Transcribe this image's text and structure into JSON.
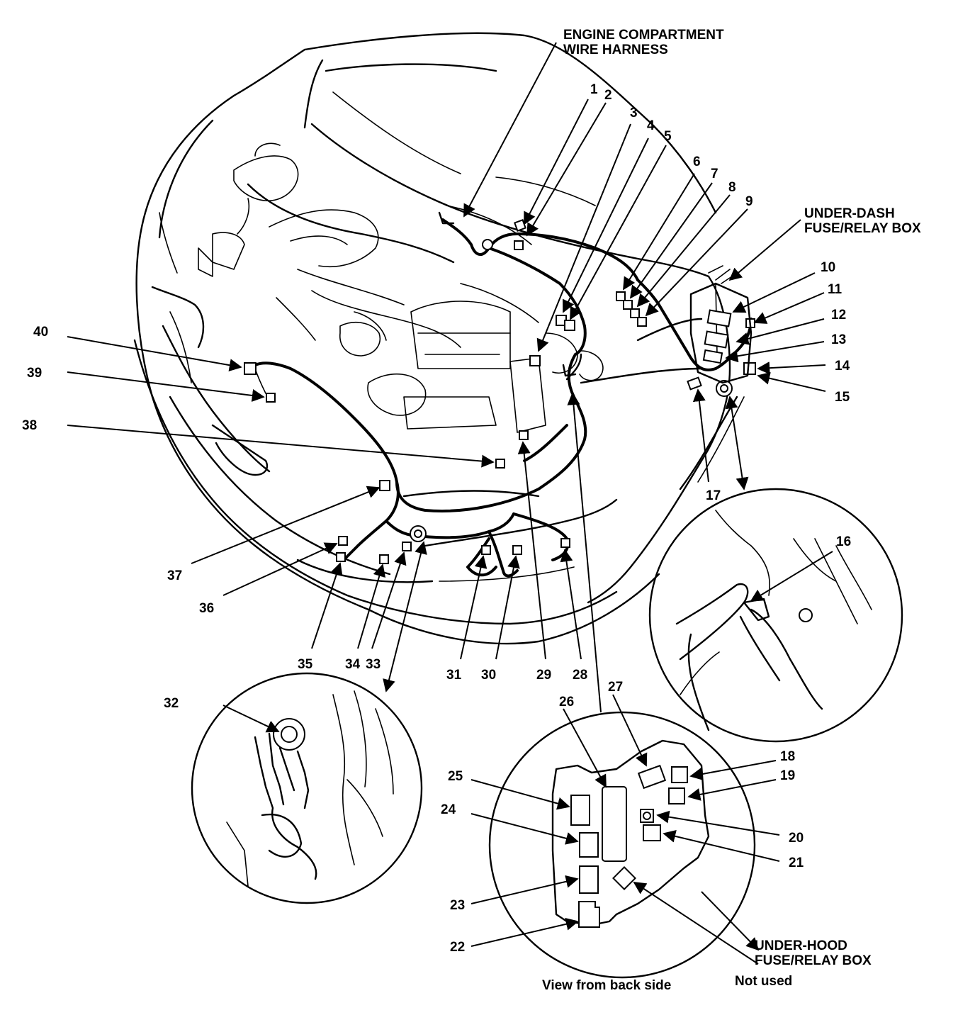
{
  "labels": {
    "engine_harness": [
      "ENGINE COMPARTMENT",
      "WIRE HARNESS"
    ],
    "under_dash": [
      "UNDER-DASH",
      "FUSE/RELAY BOX"
    ],
    "under_hood": [
      "UNDER-HOOD",
      "FUSE/RELAY BOX"
    ],
    "view_back": "View from back side",
    "not_used": "Not used"
  },
  "callouts": [
    "1",
    "2",
    "3",
    "4",
    "5",
    "6",
    "7",
    "8",
    "9",
    "10",
    "11",
    "12",
    "13",
    "14",
    "15",
    "16",
    "17",
    "18",
    "19",
    "20",
    "21",
    "22",
    "23",
    "24",
    "25",
    "26",
    "27",
    "28",
    "29",
    "30",
    "31",
    "32",
    "33",
    "34",
    "35",
    "36",
    "37",
    "38",
    "39",
    "40"
  ]
}
